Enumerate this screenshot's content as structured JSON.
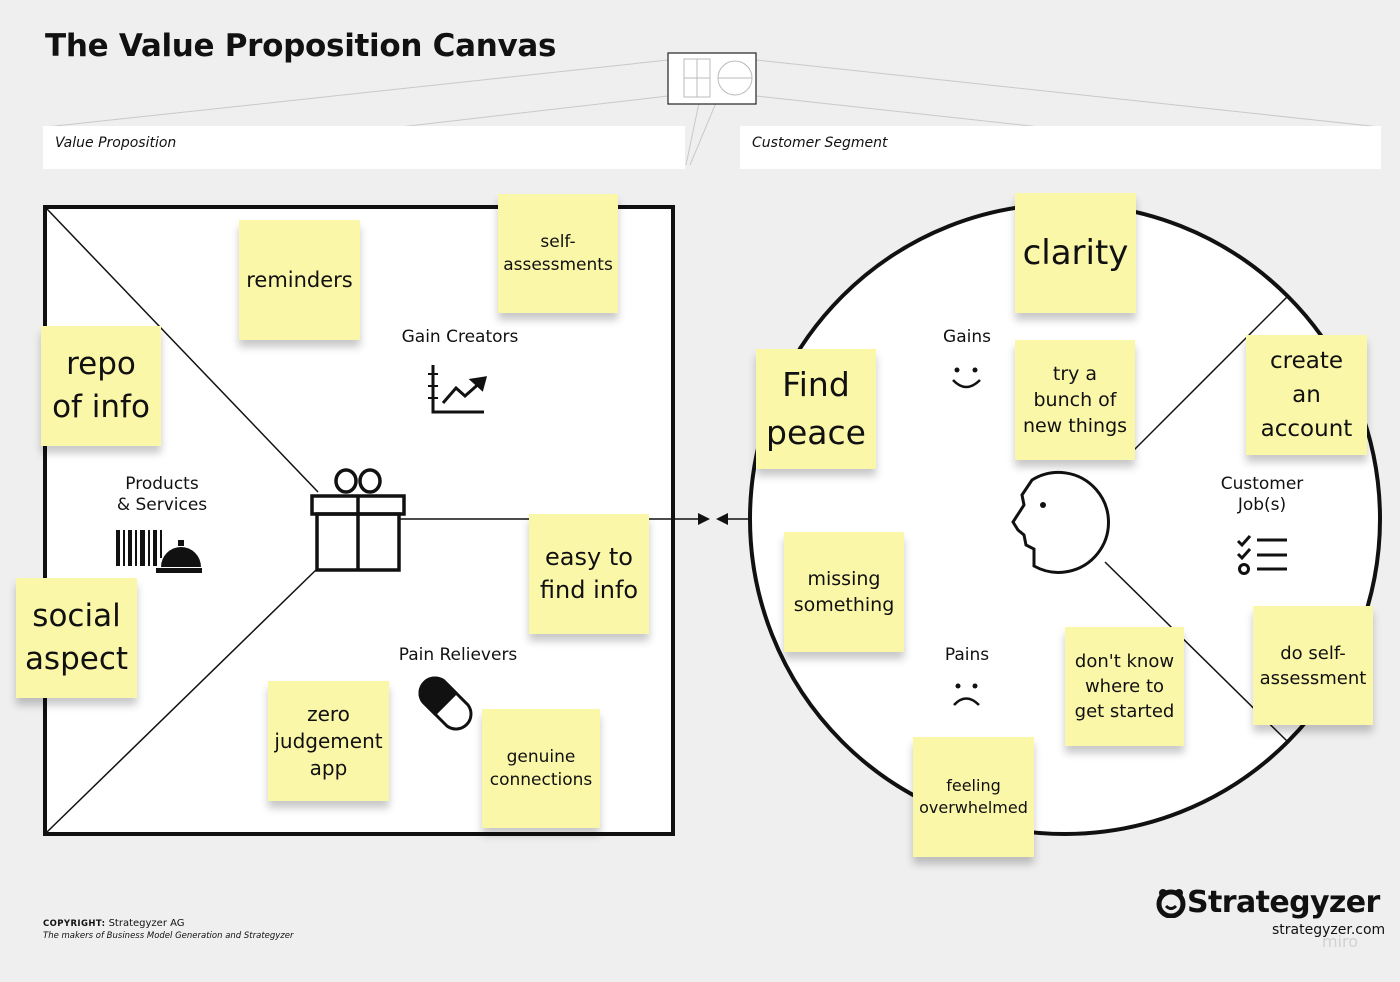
{
  "title": "The Value Proposition Canvas",
  "value_proposition_label": "Value Proposition",
  "customer_segment_label": "Customer Segment",
  "sections": {
    "gain_creators": "Gain Creators",
    "products_services": "Products\n& Services",
    "pain_relievers": "Pain Relievers",
    "gains": "Gains",
    "customer_jobs": "Customer\nJob(s)",
    "pains": "Pains"
  },
  "notes": [
    {
      "id": "reminders",
      "text": "reminders"
    },
    {
      "id": "self-assessments",
      "text": "self-\nassessments"
    },
    {
      "id": "repo-of-info",
      "text": "repo\nof info"
    },
    {
      "id": "social-aspect",
      "text": "social\naspect"
    },
    {
      "id": "easy-to-find-info",
      "text": "easy to\nfind info"
    },
    {
      "id": "zero-judgement-app",
      "text": "zero\njudgement\napp"
    },
    {
      "id": "genuine-connections",
      "text": "genuine\nconnections"
    },
    {
      "id": "clarity",
      "text": "clarity"
    },
    {
      "id": "find-peace",
      "text": "Find\npeace"
    },
    {
      "id": "try-a-bunch",
      "text": "try a\nbunch of\nnew things"
    },
    {
      "id": "create-an-account",
      "text": "create\nan\naccount"
    },
    {
      "id": "missing-something",
      "text": "missing\nsomething"
    },
    {
      "id": "dont-know-where",
      "text": "don't know\nwhere to\nget started"
    },
    {
      "id": "do-self-assessment",
      "text": "do self-\nassessment"
    },
    {
      "id": "feeling-overwhelmed",
      "text": "feeling\noverwhelmed"
    }
  ],
  "footer": {
    "copyright_label": "COPYRIGHT:",
    "copyright_holder": " Strategyzer AG",
    "tagline": "The makers of Business Model Generation and Strategyzer",
    "brand": "Strategyzer",
    "url": "strategyzer.com",
    "watermark": "miro"
  }
}
